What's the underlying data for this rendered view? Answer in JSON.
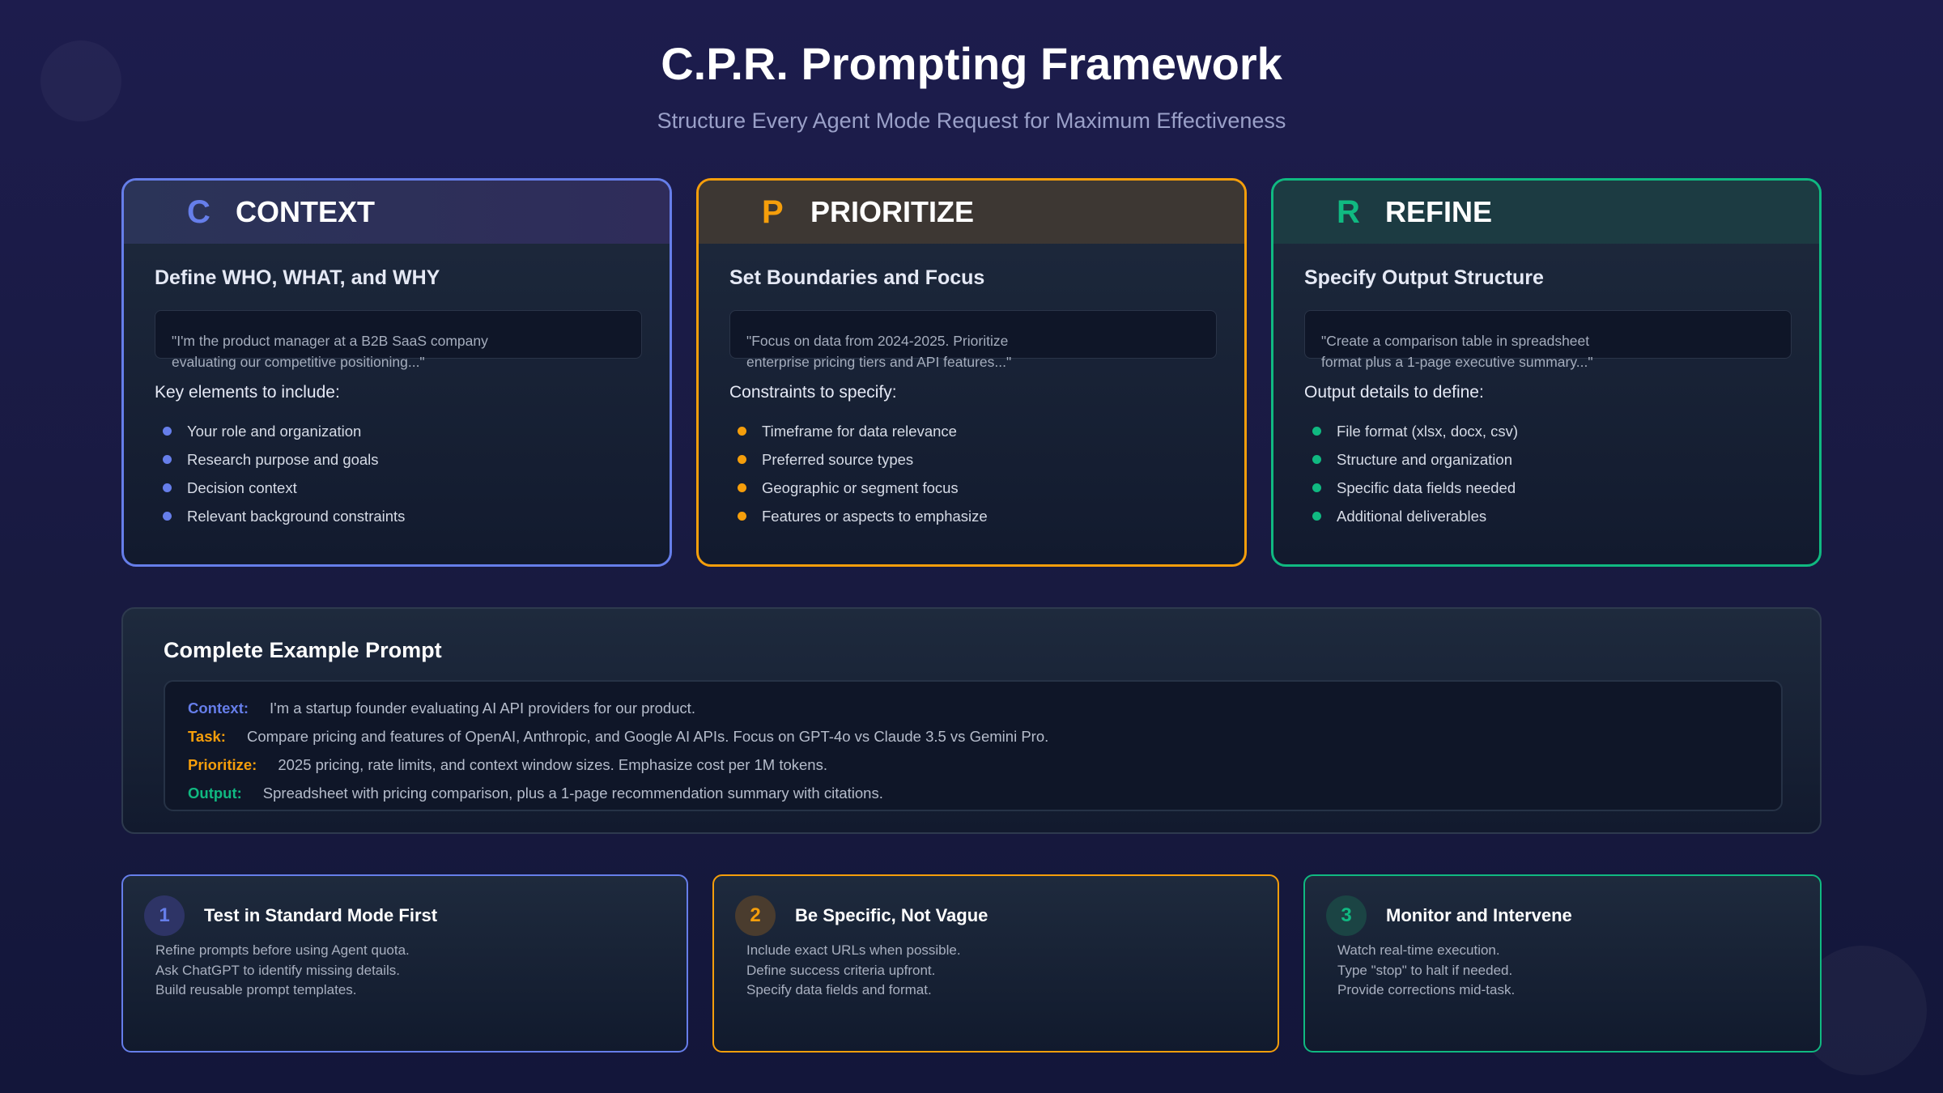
{
  "header": {
    "title": "C.P.R. Prompting Framework",
    "subtitle": "Structure Every Agent Mode Request for Maximum Effectiveness"
  },
  "colors": {
    "context": "#667eea",
    "prioritize": "#f59e0b",
    "refine": "#10b981"
  },
  "cards": [
    {
      "letter": "C",
      "label": "CONTEXT",
      "subtitle": "Define WHO, WHAT, and WHY",
      "quote": "\"I'm the product manager at a B2B SaaS company\nevaluating our competitive positioning...\"",
      "list_heading": "Key elements to include:",
      "items": [
        "Your role and organization",
        "Research purpose and goals",
        "Decision context",
        "Relevant background constraints"
      ]
    },
    {
      "letter": "P",
      "label": "PRIORITIZE",
      "subtitle": "Set Boundaries and Focus",
      "quote": "\"Focus on data from 2024-2025. Prioritize\nenterprise pricing tiers and API features...\"",
      "list_heading": "Constraints to specify:",
      "items": [
        "Timeframe for data relevance",
        "Preferred source types",
        "Geographic or segment focus",
        "Features or aspects to emphasize"
      ]
    },
    {
      "letter": "R",
      "label": "REFINE",
      "subtitle": "Specify Output Structure",
      "quote": "\"Create a comparison table in spreadsheet\nformat plus a 1-page executive summary...\"",
      "list_heading": "Output details to define:",
      "items": [
        "File format (xlsx, docx, csv)",
        "Structure and organization",
        "Specific data fields needed",
        "Additional deliverables"
      ]
    }
  ],
  "example": {
    "title": "Complete Example Prompt",
    "lines": [
      {
        "label": "Context:",
        "text": "I'm a startup founder evaluating AI API providers for our product."
      },
      {
        "label": "Task:",
        "text": "Compare pricing and features of OpenAI, Anthropic, and Google AI APIs. Focus on GPT-4o vs Claude 3.5 vs Gemini Pro."
      },
      {
        "label": "Prioritize:",
        "text": "2025 pricing, rate limits, and context window sizes. Emphasize cost per 1M tokens."
      },
      {
        "label": "Output:",
        "text": "Spreadsheet with pricing comparison, plus a 1-page recommendation summary with citations."
      }
    ]
  },
  "tips": [
    {
      "number": "1",
      "title": "Test in Standard Mode First",
      "lines": [
        "Refine prompts before using Agent quota.",
        "Ask ChatGPT to identify missing details.",
        "Build reusable prompt templates."
      ]
    },
    {
      "number": "2",
      "title": "Be Specific, Not Vague",
      "lines": [
        "Include exact URLs when possible.",
        "Define success criteria upfront.",
        "Specify data fields and format."
      ]
    },
    {
      "number": "3",
      "title": "Monitor and Intervene",
      "lines": [
        "Watch real-time execution.",
        "Type \"stop\" to halt if needed.",
        "Provide corrections mid-task."
      ]
    }
  ]
}
